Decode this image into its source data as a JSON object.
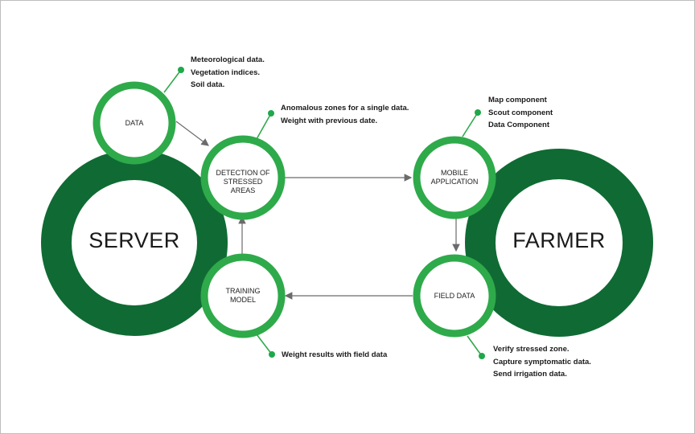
{
  "colors": {
    "dark_ring": "#0f6b33",
    "light_ring": "#2eaa4a",
    "dot": "#1ea84a",
    "arrow": "#6b6b6b"
  },
  "nodes": {
    "server": "SERVER",
    "farmer": "FARMER",
    "data": "DATA",
    "detection": "DETECTION OF STRESSED AREAS",
    "training": "TRAINING MODEL",
    "mobile": "MOBILE APPLICATION",
    "field": "FIELD DATA"
  },
  "notes": {
    "data": [
      "Meteorological data.",
      "Vegetation indices.",
      "Soil data."
    ],
    "detection": [
      "Anomalous zones for a single data.",
      "Weight with previous date."
    ],
    "training": [
      "Weight results with field data"
    ],
    "mobile": [
      "Map component",
      "Scout component",
      "Data Component"
    ],
    "field": [
      "Verify stressed zone.",
      "Capture symptomatic data.",
      "Send irrigation data."
    ]
  }
}
